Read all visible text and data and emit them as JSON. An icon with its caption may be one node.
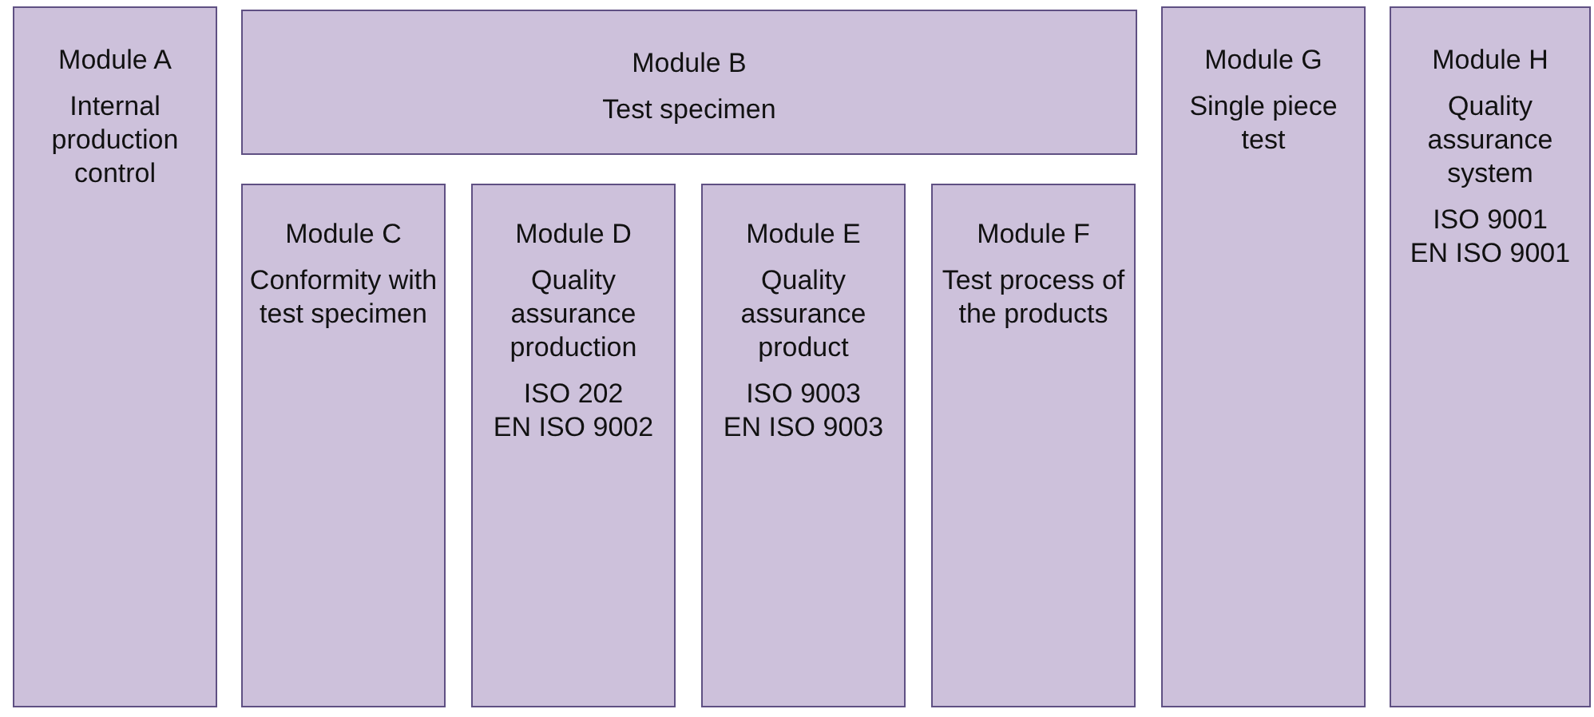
{
  "diagram": {
    "nodes": [
      {
        "text": [
          "Module A",
          "Internal production control"
        ]
      },
      {
        "text": [
          "Module B",
          "Test specimen"
        ]
      },
      {
        "text": [
          "Module C",
          "Conformity with test specimen"
        ]
      },
      {
        "text": [
          "Module D",
          "Quality assurance production",
          "ISO 202",
          "EN ISO 9002"
        ]
      },
      {
        "text": [
          "Module E",
          "Quality assurance product",
          "ISO 9003",
          "EN ISO 9003"
        ]
      },
      {
        "text": [
          "Module F",
          "Test process of the products"
        ]
      },
      {
        "text": [
          "Module G",
          "Single piece test"
        ]
      },
      {
        "text": [
          "Module H",
          "Quality assurance system",
          "ISO 9001",
          "EN ISO 9001"
        ]
      }
    ]
  }
}
